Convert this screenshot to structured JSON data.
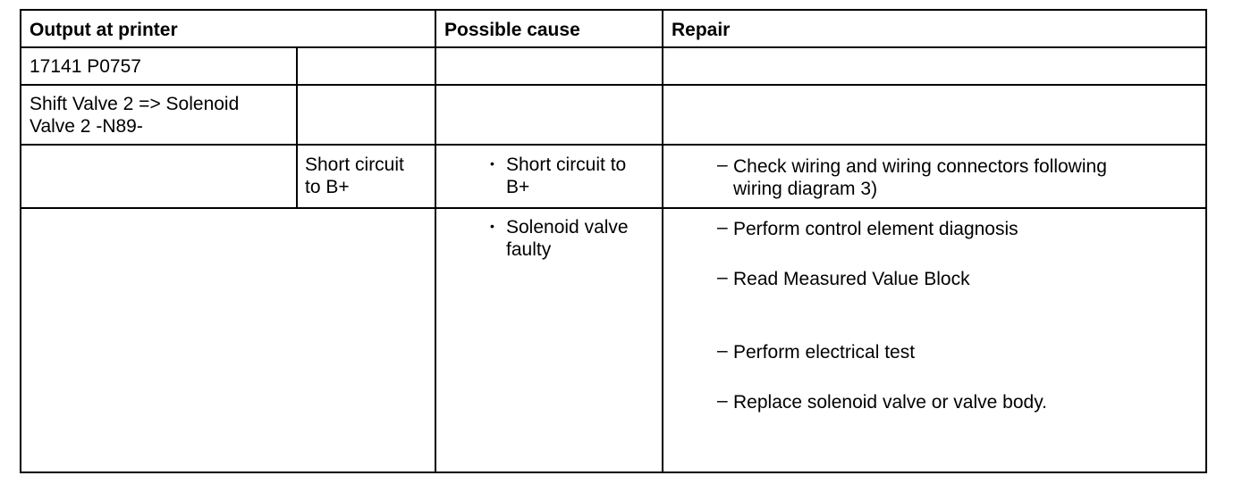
{
  "header": {
    "output": "Output at printer",
    "cause": "Possible cause",
    "repair": "Repair"
  },
  "rows": {
    "code": "17141 P0757",
    "component_line1": "Shift Valve 2 => Solenoid",
    "component_line2": "Valve 2 -N89-",
    "fault_line1": "Short circuit",
    "fault_line2": "to B+"
  },
  "causes": [
    {
      "line1": "Short circuit to",
      "line2": "B+"
    },
    {
      "line1": "Solenoid valve",
      "line2": "faulty"
    }
  ],
  "repairs": [
    {
      "line1": "Check wiring and wiring connectors following",
      "line2": "wiring diagram 3)"
    },
    {
      "line1": "Perform control element diagnosis"
    },
    {
      "line1": "Read Measured Value Block"
    },
    {
      "line1": "Perform electrical test"
    },
    {
      "line1": "Replace solenoid valve or valve body."
    }
  ],
  "icons": {
    "bullet": "•",
    "dash": "–"
  }
}
